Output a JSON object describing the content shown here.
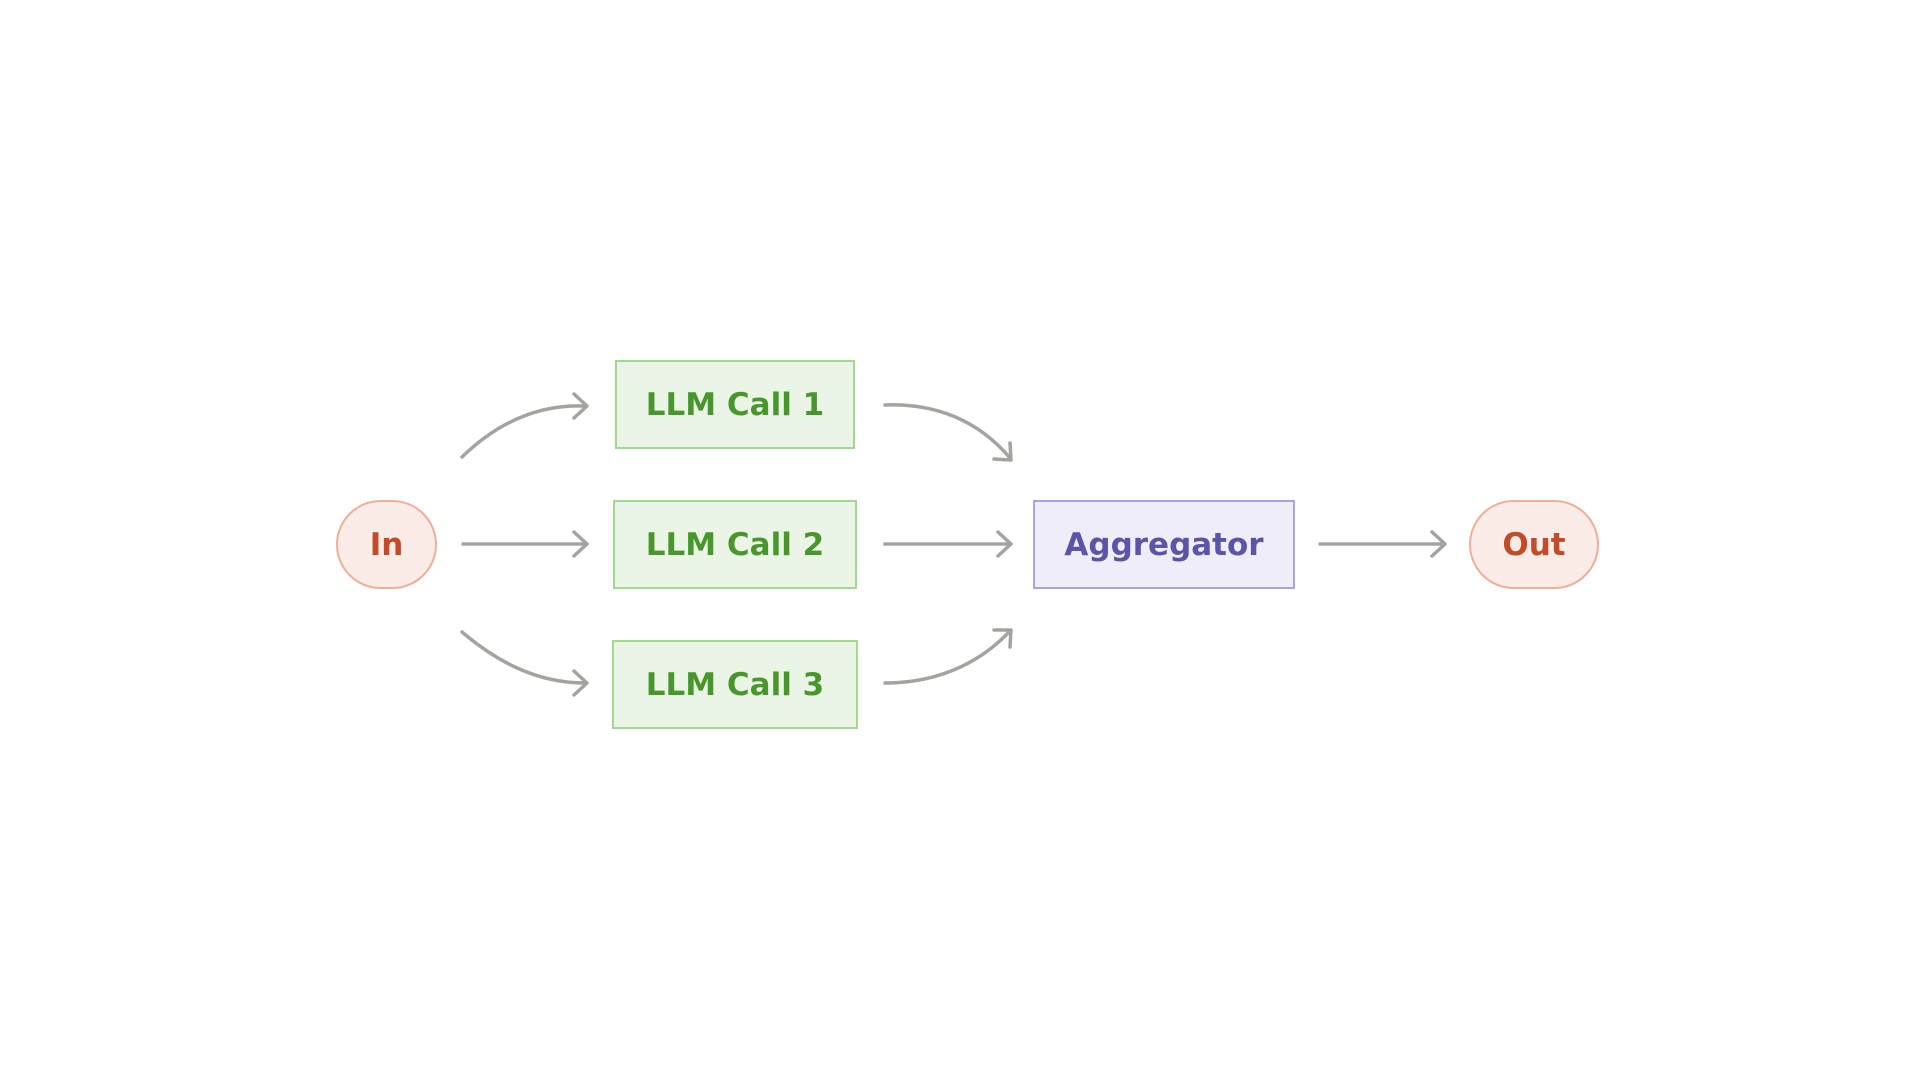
{
  "nodes": {
    "input": "In",
    "llm_call_1": "LLM Call 1",
    "llm_call_2": "LLM Call 2",
    "llm_call_3": "LLM Call 3",
    "aggregator": "Aggregator",
    "output": "Out"
  },
  "colors": {
    "terminal_fill": "#fbece7",
    "terminal_border": "#eeaf9a",
    "terminal_text": "#c24c29",
    "llm_fill": "#eaf5e5",
    "llm_border": "#a6d693",
    "llm_text": "#4a962e",
    "aggregator_fill": "#efedfa",
    "aggregator_border": "#aba3da",
    "aggregator_text": "#5c54a6",
    "arrow": "#a3a3a0"
  }
}
